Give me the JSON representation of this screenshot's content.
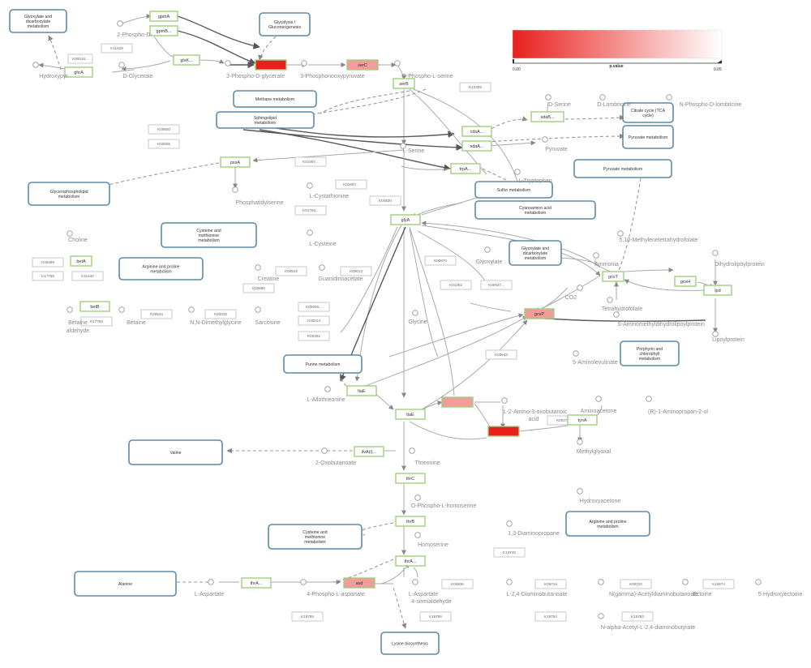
{
  "legend": {
    "title": "p.value",
    "min_label": "0.00",
    "max_label": "0.05",
    "color_low": "#e8201e",
    "color_high": "#ffffff"
  },
  "maps": [
    {
      "id": "glyoxylate-top",
      "lines": [
        "Glyoxylate and",
        "dicarboxylate",
        "metabolism"
      ]
    },
    {
      "id": "glycolysis",
      "lines": [
        "Glycolysis /",
        "Gluconeogenesis"
      ]
    },
    {
      "id": "methane",
      "lines": [
        "Methane metabolism"
      ]
    },
    {
      "id": "sphingolipid",
      "lines": [
        "Sphingolipid",
        "metabolism"
      ]
    },
    {
      "id": "citrate",
      "lines": [
        "Citrate cycle (TCA",
        "cycle)"
      ]
    },
    {
      "id": "pyruvate-1",
      "lines": [
        "Pyruvate metabolism"
      ]
    },
    {
      "id": "pyruvate-2",
      "lines": [
        "Pyruvate metabolism"
      ]
    },
    {
      "id": "sulfur",
      "lines": [
        "Sulfur metabolism"
      ]
    },
    {
      "id": "cyanoamino",
      "lines": [
        "Cyanoamino acid",
        "metabolism"
      ]
    },
    {
      "id": "glycerophospholipid",
      "lines": [
        "Glycerophospholipid",
        "metabolism"
      ]
    },
    {
      "id": "cysteine-1",
      "lines": [
        "Cysteine and",
        "methionine",
        "metabolism"
      ]
    },
    {
      "id": "arginine-1",
      "lines": [
        "Arginine and proline",
        "metabolism"
      ]
    },
    {
      "id": "glyoxylate-mid",
      "lines": [
        "Glyoxylate and",
        "dicarboxylate",
        "metabolism"
      ]
    },
    {
      "id": "porphyrin",
      "lines": [
        "Porphyrin and",
        "chlorophyll",
        "metabolism"
      ]
    },
    {
      "id": "purine",
      "lines": [
        "Purine metabolism"
      ]
    },
    {
      "id": "valine",
      "lines": [
        "Valine"
      ]
    },
    {
      "id": "arginine-2",
      "lines": [
        "Arginine and proline",
        "metabolism"
      ]
    },
    {
      "id": "cysteine-2",
      "lines": [
        "Cysteine and",
        "methionine",
        "metabolism"
      ]
    },
    {
      "id": "alanine",
      "lines": [
        "Alanine"
      ]
    },
    {
      "id": "lysine",
      "lines": [
        "Lysine biosynthesis"
      ]
    }
  ],
  "genes": [
    {
      "id": "gpmA",
      "label": "gpmA",
      "fill": "#ffffff"
    },
    {
      "id": "gpmB",
      "label": "gpmB...",
      "fill": "#ffffff"
    },
    {
      "id": "glxK",
      "label": "glxK...",
      "fill": "#ffffff"
    },
    {
      "id": "ghrA",
      "label": "ghrA",
      "fill": "#ffffff"
    },
    {
      "id": "serA",
      "label": "",
      "fill": "#e8201e"
    },
    {
      "id": "serC",
      "label": "serC",
      "fill": "#f19b9b"
    },
    {
      "id": "serB",
      "label": "serB",
      "fill": "#ffffff"
    },
    {
      "id": "sdaB",
      "label": "sdaB...",
      "fill": "#ffffff"
    },
    {
      "id": "cdsA",
      "label": "cdsA...",
      "fill": "#ffffff"
    },
    {
      "id": "sdaA",
      "label": "sdaA...",
      "fill": "#ffffff"
    },
    {
      "id": "trpA",
      "label": "trpA...",
      "fill": "#ffffff"
    },
    {
      "id": "pssA",
      "label": "pssA",
      "fill": "#ffffff"
    },
    {
      "id": "glyA",
      "label": "glyA",
      "fill": "#ffffff"
    },
    {
      "id": "betA",
      "label": "betA",
      "fill": "#ffffff"
    },
    {
      "id": "betB",
      "label": "betB",
      "fill": "#ffffff"
    },
    {
      "id": "gcvT",
      "label": "gcvT",
      "fill": "#ffffff"
    },
    {
      "id": "gcvH",
      "label": "gcvH",
      "fill": "#ffffff"
    },
    {
      "id": "lpd",
      "label": "lpd",
      "fill": "#ffffff"
    },
    {
      "id": "gcvP",
      "label": "gcvP",
      "fill": "#f19b9b"
    },
    {
      "id": "ltaE-top",
      "label": "ltaE",
      "fill": "#ffffff"
    },
    {
      "id": "kbl",
      "label": "",
      "fill": "#f19b9b"
    },
    {
      "id": "tdh",
      "label": "",
      "fill": "#e8201e"
    },
    {
      "id": "ltaE",
      "label": "ltaE",
      "fill": "#ffffff"
    },
    {
      "id": "tynA",
      "label": "tynA",
      "fill": "#ffffff"
    },
    {
      "id": "ilvA",
      "label": "ilvA(i)...",
      "fill": "#ffffff"
    },
    {
      "id": "thrC",
      "label": "thrC",
      "fill": "#ffffff"
    },
    {
      "id": "thrB",
      "label": "thrB",
      "fill": "#ffffff"
    },
    {
      "id": "thrA",
      "label": "thrA...",
      "fill": "#ffffff"
    },
    {
      "id": "thrA2",
      "label": "thrA...",
      "fill": "#ffffff"
    },
    {
      "id": "asd",
      "label": "asd",
      "fill": "#f19b9b"
    }
  ],
  "orthologs": [
    {
      "id": "K00018",
      "label": "K00018..."
    },
    {
      "id": "K11529",
      "label": "K11529"
    },
    {
      "id": "K12339",
      "label": "K12339"
    },
    {
      "id": "K00600",
      "label": "K00600"
    },
    {
      "id": "K00606",
      "label": "K00605"
    },
    {
      "id": "K01697",
      "label": "K01697..."
    },
    {
      "id": "K01697b",
      "label": "K01697..."
    },
    {
      "id": "K01760",
      "label": "K01760..."
    },
    {
      "id": "K00830",
      "label": "K00830"
    },
    {
      "id": "K00499",
      "label": "K00499"
    },
    {
      "id": "K17755",
      "label": "K17755"
    },
    {
      "id": "K11440",
      "label": "K11440"
    },
    {
      "id": "K17755b",
      "label": "K17755"
    },
    {
      "id": "K00544",
      "label": "K00544"
    },
    {
      "id": "K00315",
      "label": "K00315"
    },
    {
      "id": "K00542",
      "label": "K00542"
    },
    {
      "id": "K00613",
      "label": "K00613"
    },
    {
      "id": "K00696",
      "label": "K00696"
    },
    {
      "id": "K00670",
      "label": "K00670"
    },
    {
      "id": "K01252",
      "label": "K01252"
    },
    {
      "id": "K00637",
      "label": "K00637..."
    },
    {
      "id": "K00606b",
      "label": "K00606..."
    },
    {
      "id": "K00314",
      "label": "K00314"
    },
    {
      "id": "K00302",
      "label": "K00302"
    },
    {
      "id": "K00643",
      "label": "K00643"
    },
    {
      "id": "K00274",
      "label": "K00274"
    },
    {
      "id": "K13745",
      "label": "K13745"
    },
    {
      "id": "K00836",
      "label": "K00836"
    },
    {
      "id": "K06718",
      "label": "K06718"
    },
    {
      "id": "K06720",
      "label": "K06720"
    },
    {
      "id": "K10674",
      "label": "K10674"
    },
    {
      "id": "K15785",
      "label": "K15785"
    },
    {
      "id": "K15786",
      "label": "K15786"
    },
    {
      "id": "K15784",
      "label": "K15784"
    },
    {
      "id": "K15783",
      "label": "K15783"
    }
  ],
  "compounds": [
    {
      "id": "2pg",
      "label": "2-Phospho-D-"
    },
    {
      "id": "hydroxypyruvate",
      "label": "Hydroxypyr"
    },
    {
      "id": "d-glycerate",
      "label": "D-Glycerate"
    },
    {
      "id": "3pg",
      "label": "3-Phospho-D-glycerate"
    },
    {
      "id": "3php",
      "label": "3-Phosphonooxypyruvate"
    },
    {
      "id": "o-phospho-serine",
      "label": "O-Phospho-L-serine"
    },
    {
      "id": "d-serine",
      "label": "D-Serine"
    },
    {
      "id": "d-lombricine",
      "label": "D-Lombricine"
    },
    {
      "id": "n-phospho-lombricine",
      "label": "N-Phospho-D-lombricine"
    },
    {
      "id": "l-serine",
      "label": "L-Serine"
    },
    {
      "id": "pyruvate",
      "label": "Pyruvate"
    },
    {
      "id": "l-tryptophan",
      "label": "L-Tryptophan"
    },
    {
      "id": "phosphatidylserine",
      "label": "Phosphatidylserine"
    },
    {
      "id": "l-cystathionine",
      "label": "L-Cystathionine"
    },
    {
      "id": "l-cysteine",
      "label": "L-Cysteine"
    },
    {
      "id": "choline",
      "label": "Choline"
    },
    {
      "id": "betaine-aldehyde",
      "label": "Betaine"
    },
    {
      "id": "betaine-aldehyde-2",
      "label": "aldehyde"
    },
    {
      "id": "betaine",
      "label": "Betaine"
    },
    {
      "id": "nn-dimethylglycine",
      "label": "N,N-Dimethylglycine"
    },
    {
      "id": "sarcosine",
      "label": "Sarcosine"
    },
    {
      "id": "creatine",
      "label": "Creatine"
    },
    {
      "id": "guanidinoacetate",
      "label": "Guanidinoacetate"
    },
    {
      "id": "glyoxylate",
      "label": "Glyoxylate"
    },
    {
      "id": "methylenethf",
      "label": "5,10-Methylenetetrahydrofolate"
    },
    {
      "id": "ammonia",
      "label": "Ammonia"
    },
    {
      "id": "co2",
      "label": "CO2"
    },
    {
      "id": "dihydrolipoylprotein",
      "label": "Dihydrolipoylprotein"
    },
    {
      "id": "thf",
      "label": "Tetrahydrofolate"
    },
    {
      "id": "aminomethyl",
      "label": "S-Aminomethyldihydrolipoylprotein"
    },
    {
      "id": "lipoylprotein",
      "label": "Lipoylprotein"
    },
    {
      "id": "glycine",
      "label": "Glycine"
    },
    {
      "id": "5-aminolevulinate",
      "label": "5-Aminolevulinate"
    },
    {
      "id": "l-allothreonine",
      "label": "L-Allothreonine"
    },
    {
      "id": "aminoacetone",
      "label": "Aminoacetone"
    },
    {
      "id": "2-amino-3-oxo",
      "label": "L-2-Amino-3-oxobutanoic"
    },
    {
      "id": "2-amino-3-oxo-2",
      "label": "acid"
    },
    {
      "id": "r-aminopropanol",
      "label": "(R)-1-Aminopropan-2-ol"
    },
    {
      "id": "2-oxobutanoate",
      "label": "2-Oxobutanoate"
    },
    {
      "id": "threonine",
      "label": "Threonine"
    },
    {
      "id": "methylglyoxal",
      "label": "Methylglyoxal"
    },
    {
      "id": "o-phospho-homoserine",
      "label": "O-Phospho-L-homoserine"
    },
    {
      "id": "hydroxyacetone",
      "label": "Hydroxyacetone"
    },
    {
      "id": "diaminopropane",
      "label": "1,3-Diaminopropane"
    },
    {
      "id": "homoserine",
      "label": "Homoserine"
    },
    {
      "id": "l-aspartate",
      "label": "L-Aspartate"
    },
    {
      "id": "4-phospho-aspartate",
      "label": "4-Phospho-L-aspartate"
    },
    {
      "id": "aspartate-semialdehyde",
      "label": "L-Aspartate"
    },
    {
      "id": "aspartate-semialdehyde-2",
      "label": "4-semialdehyde"
    },
    {
      "id": "diaminobutanoate",
      "label": "L-2,4-Diaminobutanoate"
    },
    {
      "id": "acetyldiaminobutanoate",
      "label": "N(gamma)-Acetyldiaminobutanoate"
    },
    {
      "id": "ectoine",
      "label": "Ectoine"
    },
    {
      "id": "hydroxyectoine",
      "label": "5-Hydroxyectoine"
    },
    {
      "id": "n-alpha-acetyl",
      "label": "N-alpha-Acetyl-L-2,4-diaminobutyrate"
    }
  ]
}
